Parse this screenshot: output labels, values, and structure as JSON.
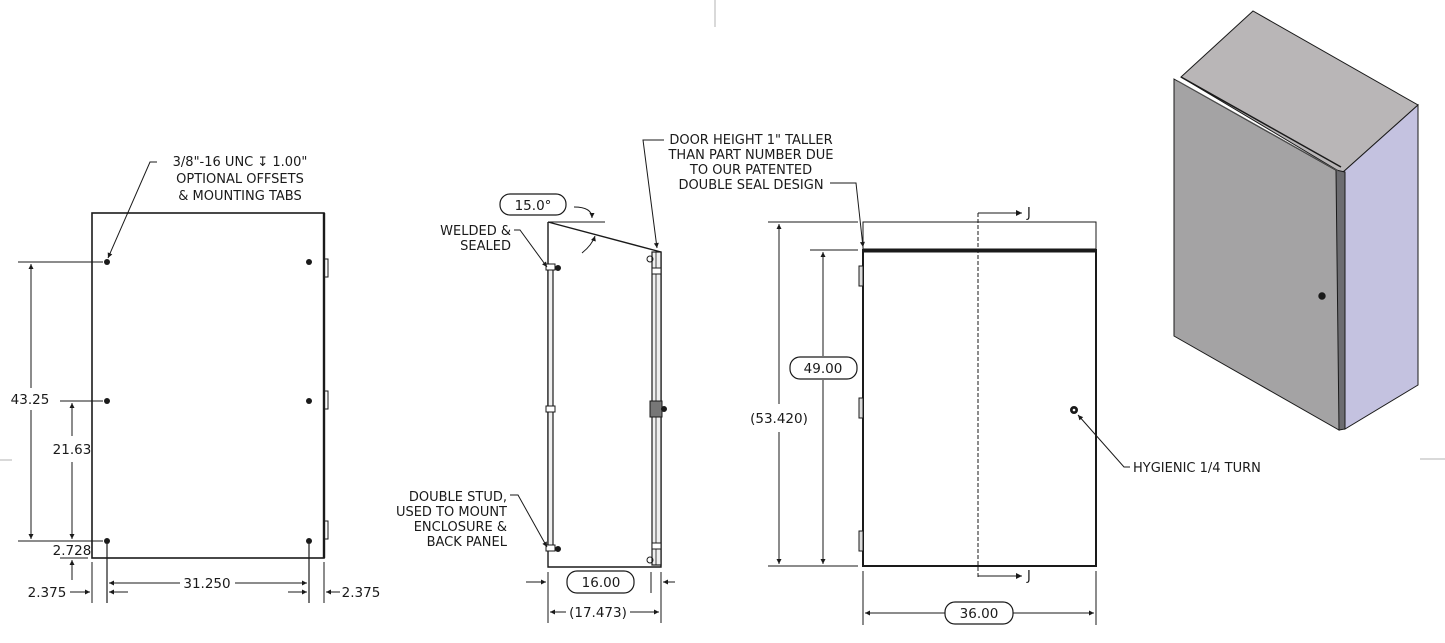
{
  "drawing": {
    "rear_view": {
      "callout": [
        "3/8\"-16 UNC ↧ 1.00\"",
        "OPTIONAL OFFSETS",
        "& MOUNTING TABS"
      ],
      "dims": {
        "overall_hole_height": "43.25",
        "mid_hole_height": "21.63",
        "bottom_offset": "2.728",
        "hole_spacing_width": "31.250",
        "left_offset": "2.375",
        "right_offset": "2.375"
      }
    },
    "side_view": {
      "angle": "15.0°",
      "welded_note": [
        "WELDED &",
        "SEALED"
      ],
      "stud_note": [
        "DOUBLE STUD,",
        "USED TO MOUNT",
        "ENCLOSURE &",
        "BACK PANEL"
      ],
      "dims": {
        "depth": "16.00",
        "overall_depth": "(17.473)"
      }
    },
    "front_view": {
      "door_note": [
        "DOOR HEIGHT 1\" TALLER",
        "THAN PART NUMBER DUE",
        "TO OUR PATENTED",
        "DOUBLE SEAL DESIGN"
      ],
      "latch_note": "HYGIENIC 1/4 TURN",
      "section_label": "J",
      "dims": {
        "height": "49.00",
        "overall_height": "(53.420)",
        "width": "36.00"
      }
    },
    "iso_view": {
      "colors": {
        "top": "#b9b6b7",
        "front": "#a4a3a4",
        "side": "#c4c2e0",
        "edge": "#1a1a1a"
      }
    }
  }
}
